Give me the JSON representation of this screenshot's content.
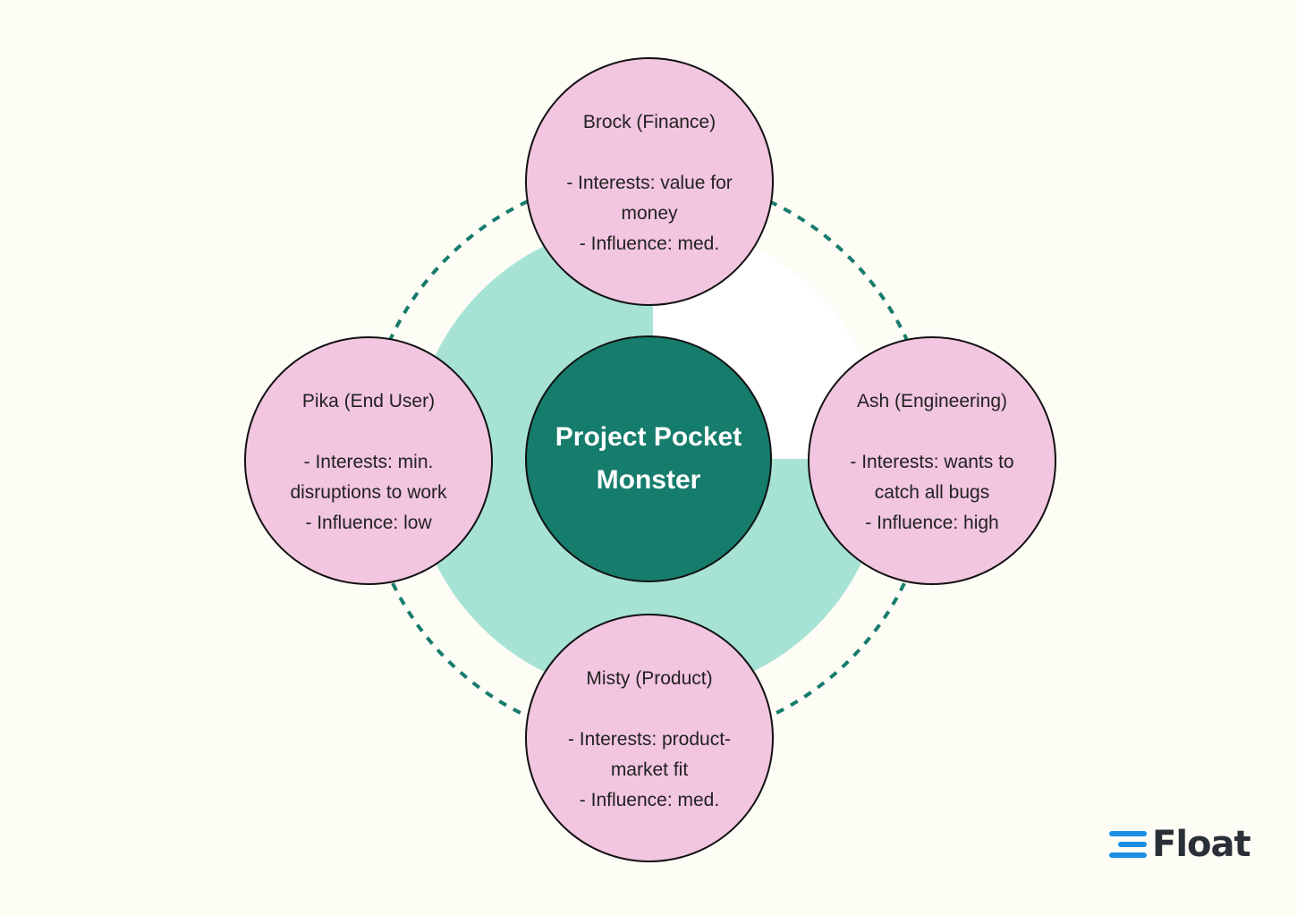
{
  "center": {
    "line1": "Project Pocket",
    "line2": "Monster"
  },
  "stakeholders": {
    "top": {
      "title": "Brock (Finance)",
      "lines": [
        "- Interests: value for",
        "money",
        "- Influence: med."
      ]
    },
    "left": {
      "title": "Pika (End User)",
      "lines": [
        "- Interests: min.",
        "disruptions to work",
        "- Influence: low"
      ]
    },
    "right": {
      "title": "Ash (Engineering)",
      "lines": [
        "- Interests: wants to",
        "catch all bugs",
        "- Influence: high"
      ]
    },
    "bottom": {
      "title": "Misty (Product)",
      "lines": [
        "- Interests: product-",
        "market fit",
        "- Influence: med."
      ]
    }
  },
  "brand": {
    "name": "Float",
    "icon": "float-logo-icon"
  },
  "colors": {
    "background": "#fdfcf5",
    "ring_fill": "#a6e3d5",
    "ring_cutout": "#ffffff",
    "dashed_ring": "#167c6c",
    "center_fill": "#167c6c",
    "node_fill": "#f2c5e0",
    "brand_blue": "#1a8fe3"
  }
}
